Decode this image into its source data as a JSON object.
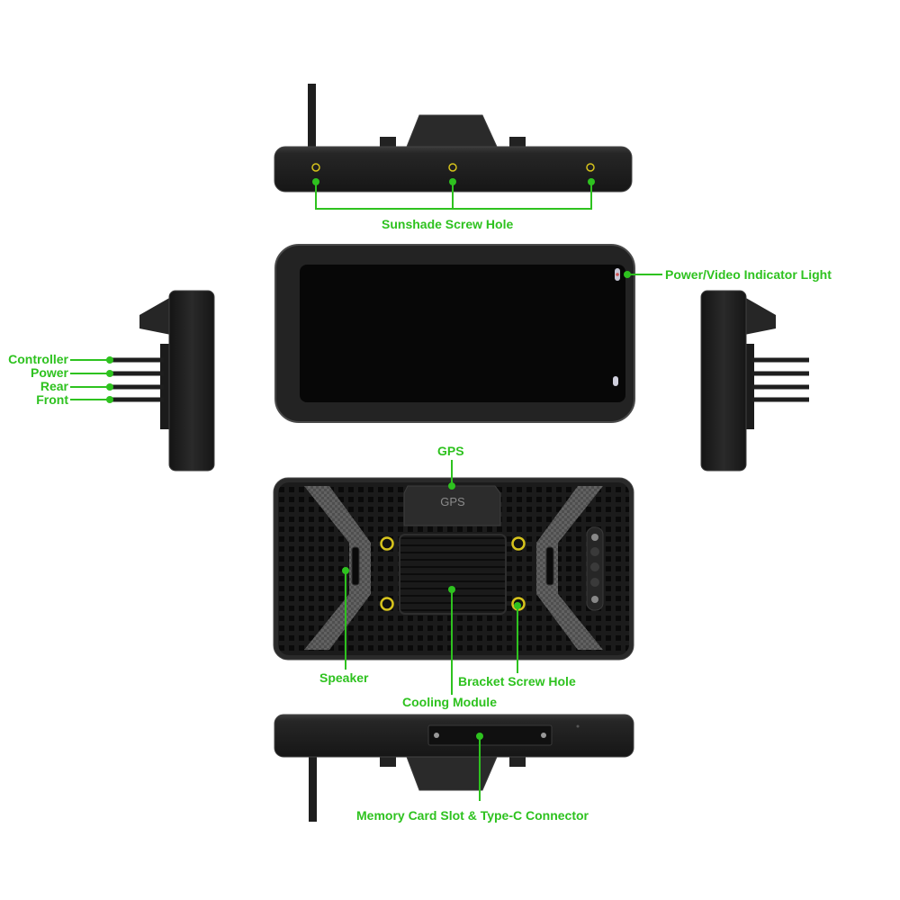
{
  "callouts": {
    "sunshade_screw_hole": "Sunshade Screw Hole",
    "power_video_indicator": "Power/Video Indicator Light",
    "controller": "Controller",
    "power": "Power",
    "rear": "Rear",
    "front": "Front",
    "gps": "GPS",
    "speaker": "Speaker",
    "bracket_screw_hole": "Bracket Screw Hole",
    "cooling_module": "Cooling Module",
    "memory_card_type_c": "Memory Card Slot & Type-C Connector"
  },
  "device_marking": {
    "gps_module_text": "GPS"
  },
  "colors": {
    "callout_green": "#2ec21f",
    "device_body": "#1e1e1e",
    "device_edge": "#3a3a3a",
    "screen": "#070707",
    "screw_ring": "#d6c31c"
  }
}
